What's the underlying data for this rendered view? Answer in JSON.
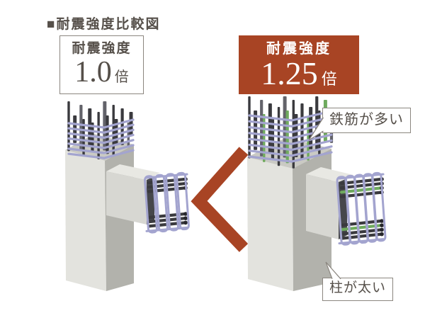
{
  "title": "■耐震強度比較図",
  "comparison_symbol": "<",
  "left_column": {
    "badge": {
      "label": "耐震強度",
      "value": "1.0",
      "unit": "倍"
    }
  },
  "right_column": {
    "badge": {
      "label": "耐震強度",
      "value": "1.25",
      "unit": "倍"
    },
    "callout_rebar": "鉄筋が多い",
    "callout_column": "柱が太い"
  },
  "colors": {
    "accent_red": "#a84424",
    "text_dark": "#56504a",
    "box_border": "#8b867f",
    "concrete_light": "#e3e3de",
    "concrete_shadow": "#b2b2ac",
    "concrete_top": "#cacac4",
    "beam_top": "#e8e8e3",
    "beam_front": "#d7d7d2",
    "rebar_dark": "#3a3a3e",
    "rebar_mid": "#63636a",
    "rebar_green": "#6faa5e",
    "hoop_purple": "#a3a4cf"
  }
}
